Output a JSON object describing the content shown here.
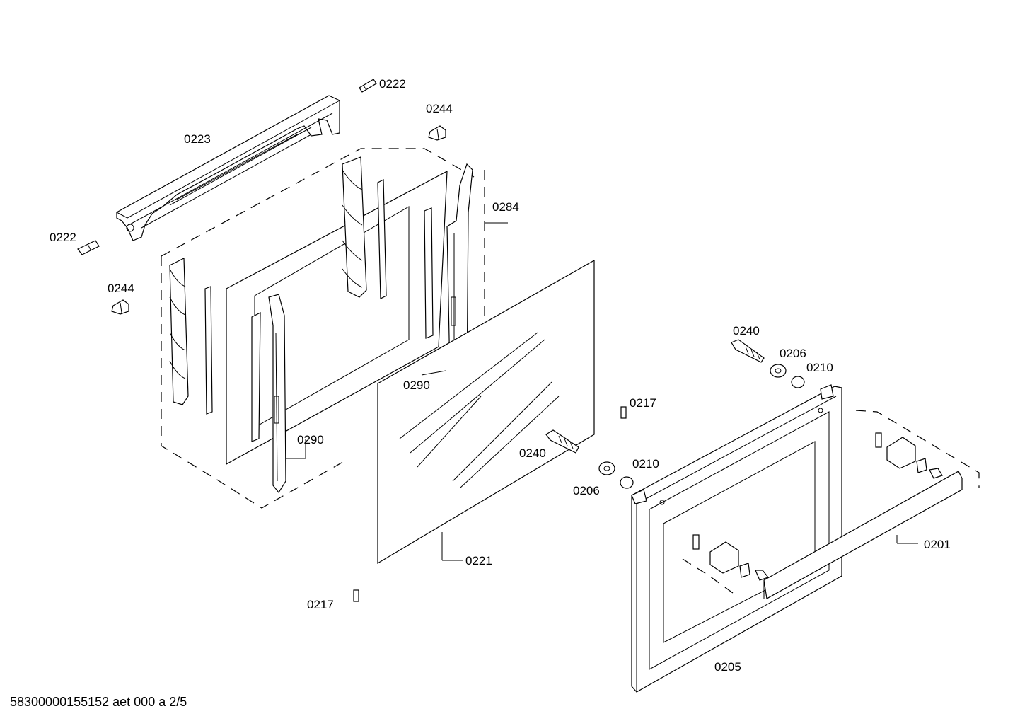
{
  "labels": {
    "l0222_top": "0222",
    "l0244_top": "0244",
    "l0223": "0223",
    "l0284": "0284",
    "l0222_left": "0222",
    "l0244_left": "0244",
    "l0290_mid": "0290",
    "l0290_low": "0290",
    "l0240_front": "0240",
    "l0206_front": "0206",
    "l0210_front": "0210",
    "l0221": "0221",
    "l0217_low": "0217",
    "l0240_right": "0240",
    "l0206_right": "0206",
    "l0210_right": "0210",
    "l0217_mid": "0217",
    "l0201": "0201",
    "l0205": "0205"
  },
  "footer": "58300000155152 aet 000 a 2/5"
}
